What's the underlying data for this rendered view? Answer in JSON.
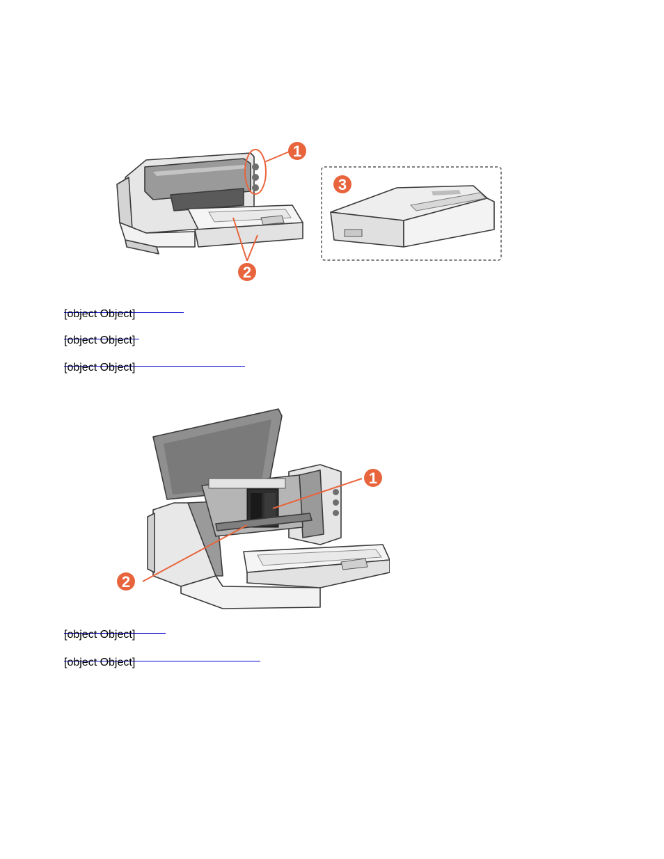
{
  "figures": {
    "exterior": {
      "callouts": [
        "1",
        "2",
        "3"
      ]
    },
    "interior": {
      "callouts": [
        "1",
        "2"
      ]
    }
  },
  "links": [
    {
      "text": ""
    },
    {
      "text": ""
    },
    {
      "text": ""
    },
    {
      "text": ""
    },
    {
      "text": ""
    }
  ],
  "colors": {
    "callout": "#e8643c",
    "link": "#0000cc",
    "printer_body": "#e9e9e9",
    "printer_dark": "#8c8c8c"
  }
}
